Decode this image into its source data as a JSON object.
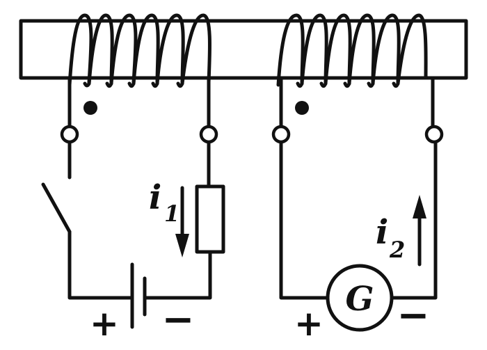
{
  "labels": {
    "current_1": "i",
    "current_1_sub": "1",
    "current_2": "i",
    "current_2_sub": "2",
    "galvanometer": "G",
    "battery_plus": "+",
    "battery_minus": "−",
    "meter_plus": "+",
    "meter_minus": "−"
  },
  "colors": {
    "ink": "#111111",
    "paper": "#ffffff"
  }
}
